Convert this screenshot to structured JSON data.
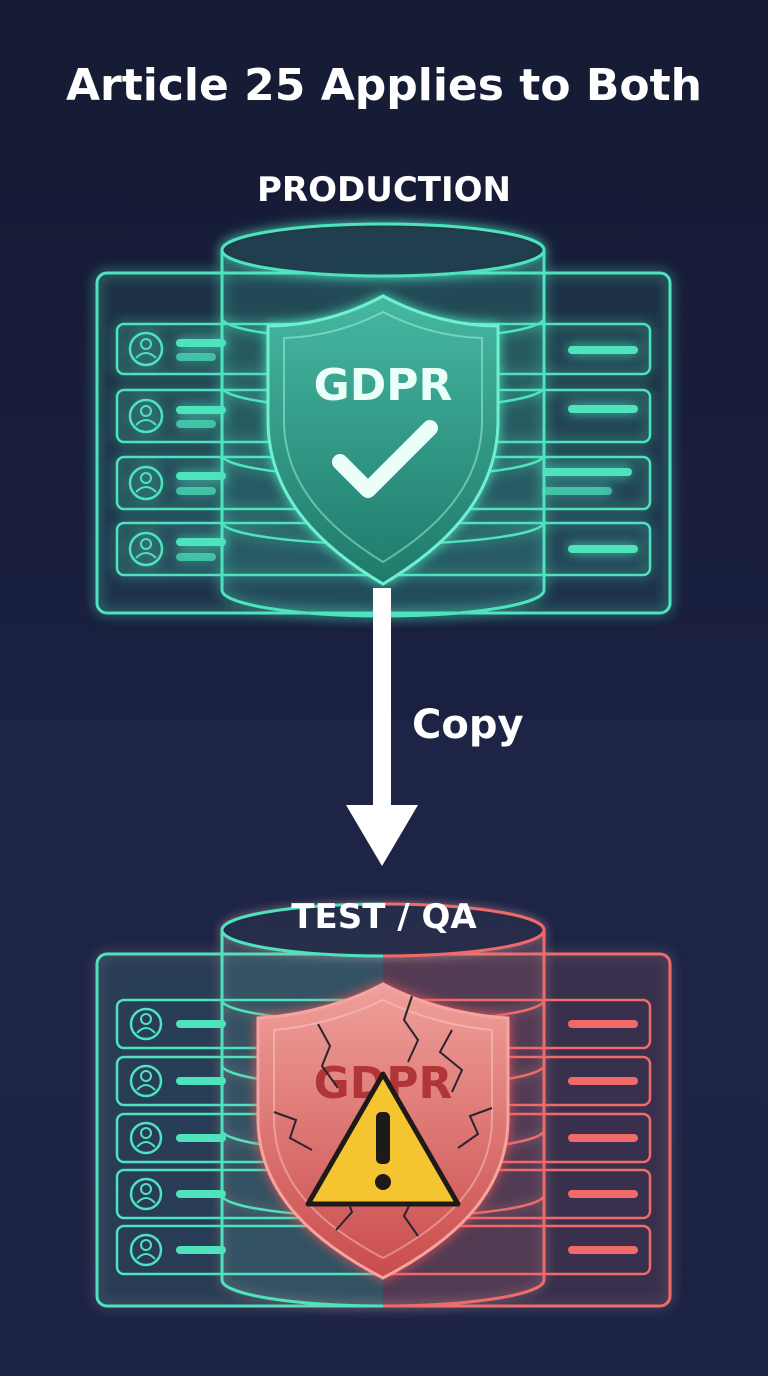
{
  "title": "Article 25 Applies to Both",
  "production": {
    "label": "PRODUCTION",
    "shield_text": "GDPR",
    "status": "compliant"
  },
  "arrow": {
    "label": "Copy"
  },
  "test": {
    "label": "TEST / QA",
    "shield_text": "GDPR",
    "status": "broken-warning"
  },
  "colors": {
    "teal": "#4fe3bd",
    "red": "#f06a6a",
    "shield_teal": "#2e9c88",
    "shield_red": "#e07a78",
    "warning": "#f4c531",
    "background": "#171d38"
  },
  "icons": [
    "user-avatar-icon",
    "checkmark-icon",
    "warning-icon"
  ]
}
